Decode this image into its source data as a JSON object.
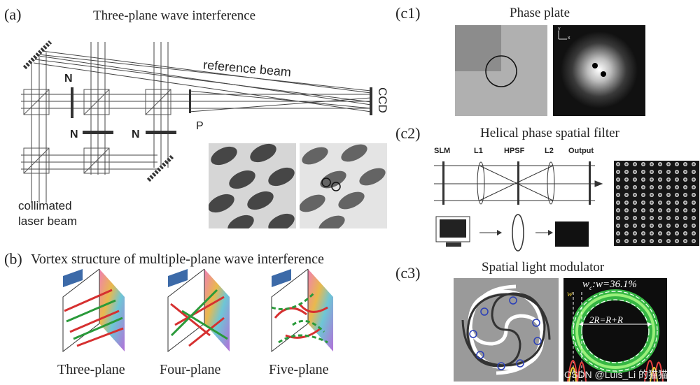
{
  "panel_a": {
    "label": "(a)",
    "title": "Three-plane wave interference",
    "reference_beam": "reference beam",
    "ccd": "CCD",
    "n1": "N",
    "n2": "N",
    "n3": "N",
    "p": "P",
    "collimated_line1": "collimated",
    "collimated_line2": "laser beam"
  },
  "panel_b": {
    "label": "(b)",
    "title": "Vortex structure of multiple-plane wave interference",
    "captions": [
      "Three-plane",
      "Four-plane",
      "Five-plane"
    ]
  },
  "panel_c1": {
    "label": "(c1)",
    "title": "Phase plate",
    "axis_y": "y",
    "axis_x": "x"
  },
  "panel_c2": {
    "label": "(c2)",
    "title": "Helical phase spatial filter",
    "slm": "SLM",
    "l1": "L1",
    "hpsf": "HPSF",
    "l2": "L2",
    "output": "Output"
  },
  "panel_c3": {
    "label": "(c3)",
    "title": "Spatial light modulator",
    "wc": "w",
    "wc_sub": "c",
    "ratio": ":w=36.1%",
    "w": "w",
    "r_eq": "2R",
    "r_eq_rest": "=R",
    "r_eq_tail": "+R"
  },
  "watermark": "CSDN @Luis_Li 的猫猫"
}
